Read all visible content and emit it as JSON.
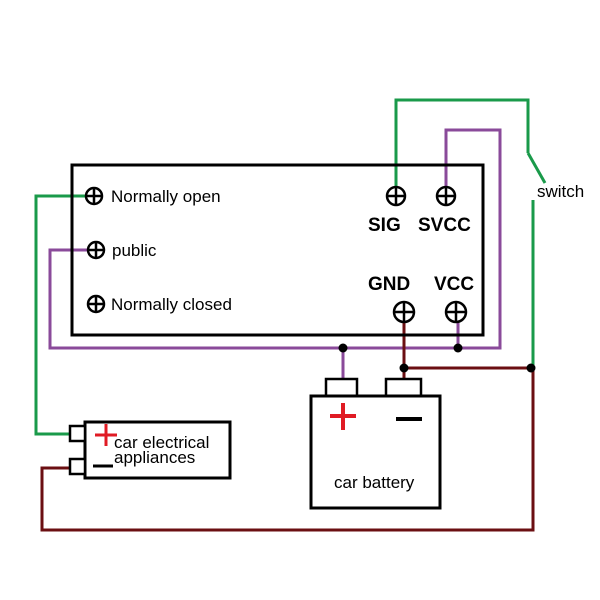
{
  "relay": {
    "terminals": {
      "normally_open": "Normally open",
      "public": "public",
      "normally_closed": "Normally closed"
    },
    "pins": {
      "sig": "SIG",
      "svcc": "SVCC",
      "gnd": "GND",
      "vcc": "VCC"
    }
  },
  "switch_label": "switch",
  "appliance": {
    "label_line1": "car electrical",
    "label_line2": "appliances"
  },
  "battery": {
    "label": "car battery"
  },
  "wire_colors": {
    "green": "#1a9a4a",
    "purple": "#8a4a9a",
    "dark_red": "#6b0f12",
    "plus_red": "#e01b24"
  }
}
